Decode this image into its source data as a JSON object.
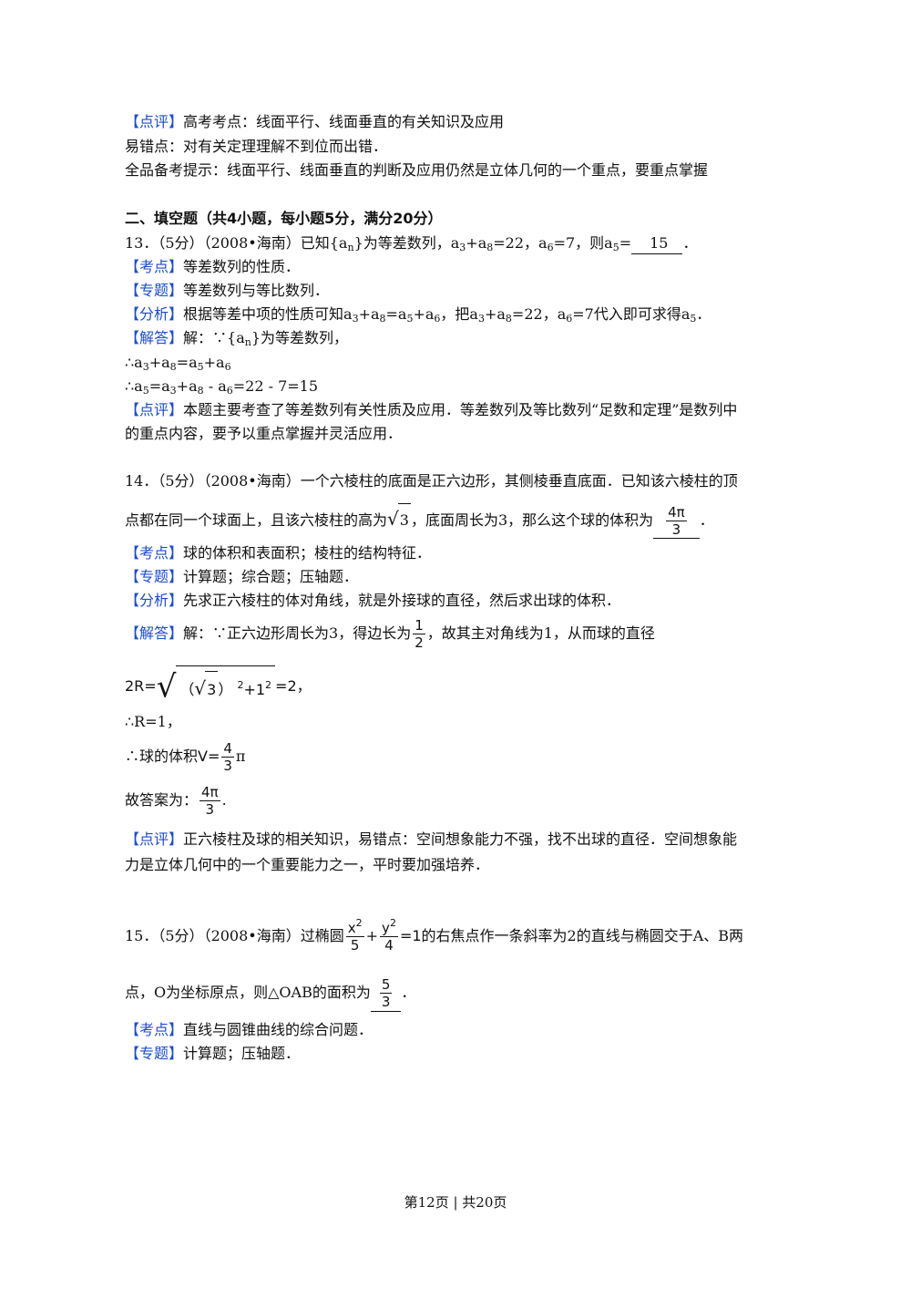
{
  "prev": {
    "review_tag": "【点评】",
    "review_text": "高考考点：线面平行、线面垂直的有关知识及应用",
    "error_text": "易错点：对有关定理理解不到位而出错．",
    "tip_text": "全品备考提示：线面平行、线面垂直的判断及应用仍然是立体几何的一个重点，要重点掌握"
  },
  "section_title": "二、填空题（共4小题，每小题5分，满分20分）",
  "q13": {
    "number": "13．",
    "score": "（5分）",
    "source": "（2008•海南）",
    "stem_a": "已知{a",
    "stem_b": "}为等差数列，a",
    "stem_c": "+a",
    "stem_d": "=22，a",
    "stem_e": "=7，则a",
    "stem_f": "=",
    "answer": "15",
    "end": "．",
    "kaodian_tag": "【考点】",
    "kaodian": "等差数列的性质．",
    "zhuanti_tag": "【专题】",
    "zhuanti": "等差数列与等比数列．",
    "fenxi_tag": "【分析】",
    "fenxi_a": "根据等差中项的性质可知a",
    "fenxi_b": "+a",
    "fenxi_c": "=a",
    "fenxi_d": "+a",
    "fenxi_e": "，把a",
    "fenxi_f": "+a",
    "fenxi_g": "=22，a",
    "fenxi_h": "=7代入即可求得a",
    "fenxi_i": "．",
    "jieda_tag": "【解答】",
    "jieda_a": "解：∵{a",
    "jieda_b": "}为等差数列，",
    "step1": "∴a",
    "step2": "∴a",
    "step2_tail": " - a",
    "step2_end": "=22 - 7=15",
    "dianping_tag": "【点评】",
    "dianping1": "本题主要考查了等差数列有关性质及应用．等差数列及等比数列“足数和定理”是数列中",
    "dianping2": "的重点内容，要予以重点掌握并灵活应用．"
  },
  "q14": {
    "number": "14．",
    "score": "（5分）",
    "source": "（2008•海南）",
    "stem1": "一个六棱柱的底面是正六边形，其侧棱垂直底面．已知该六棱柱的顶",
    "stem2_a": "点都在同一个球面上，且该六棱柱的高为",
    "sqrt3": "3",
    "stem2_b": "，底面周长为3，那么这个球的体积为",
    "ans_num": "4π",
    "ans_den": "3",
    "end": "．",
    "kaodian_tag": "【考点】",
    "kaodian": "球的体积和表面积；棱柱的结构特征．",
    "zhuanti_tag": "【专题】",
    "zhuanti": "计算题；综合题；压轴题．",
    "fenxi_tag": "【分析】",
    "fenxi": "先求正六棱柱的体对角线，就是外接球的直径，然后求出球的体积．",
    "jieda_tag": "【解答】",
    "jieda_a": "解：∵正六边形周长为3，得边长为",
    "half_num": "1",
    "half_den": "2",
    "jieda_b": "，故其主对角线为1，从而球的直径",
    "eq_lhs": "2R=",
    "eq_body_a": "（",
    "eq_sqrt": "3",
    "eq_body_b": "）",
    "eq_exp1": "2",
    "eq_plus": "+1",
    "eq_exp2": "2",
    "eq_rhs": "=2，",
    "r_line": "∴R=1，",
    "vol_a": "∴球的体积",
    "vol_v": "V=",
    "vol_num": "4",
    "vol_den": "3",
    "vol_pi": "π",
    "ans_line": "故答案为：",
    "ans2_num": "4π",
    "ans2_den": "3",
    "ans2_end": ".",
    "dianping_tag": "【点评】",
    "dianping1": "正六棱柱及球的相关知识，易错点：空间想象能力不强，找不出球的直径．空间想象能",
    "dianping2": "力是立体几何中的一个重要能力之一，平时要加强培养．"
  },
  "q15": {
    "number": "15．",
    "score": "（5分）",
    "source": "（2008•海南）",
    "stem_a": "过椭圆",
    "x_num": "x",
    "x_exp": "2",
    "x_den": "5",
    "plus": "+",
    "y_num": "y",
    "y_exp": "2",
    "y_den": "4",
    "eq": "=1",
    "stem_b": "的右焦点作一条斜率为2的直线与椭圆交于A、B两",
    "stem2": "点，O为坐标原点，则△OAB的面积为",
    "ans_num": "5",
    "ans_den": "3",
    "end": "．",
    "kaodian_tag": "【考点】",
    "kaodian": "直线与圆锥曲线的综合问题．",
    "zhuanti_tag": "【专题】",
    "zhuanti": "计算题；压轴题．"
  },
  "footer": "第12页 | 共20页"
}
